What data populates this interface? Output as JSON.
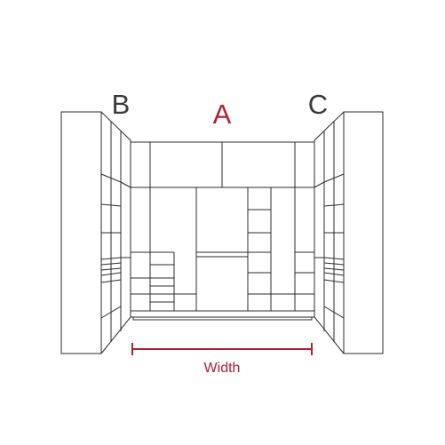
{
  "labels": {
    "left_section": "B",
    "center_section": "A",
    "right_section": "C",
    "dimension": "Width"
  },
  "colors": {
    "line": "#2b2b2b",
    "center_label": "#b2202e",
    "side_label": "#3a3a3a",
    "dimension": "#b2202e"
  }
}
